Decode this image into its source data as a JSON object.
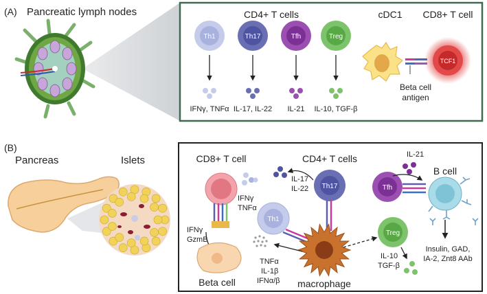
{
  "panel_a": {
    "label": "(A)",
    "title": "Pancreatic lymph nodes",
    "cd4_header": "CD4+ T cells",
    "cdc1_header": "cDC1",
    "cd8_header": "CD8+ T cell",
    "cells": [
      {
        "name": "Th1",
        "cytokines": "IFNγ, TNFα",
        "fill": "#c5cbea",
        "inner": "#a9b1de"
      },
      {
        "name": "Th17",
        "cytokines": "IL-17, IL-22",
        "fill": "#6a6fb3",
        "inner": "#4e54a1"
      },
      {
        "name": "Tfh",
        "cytokines": "IL-21",
        "fill": "#9b4fb0",
        "inner": "#7c2f95"
      },
      {
        "name": "Treg",
        "cytokines": "IL-10, TGF-β",
        "fill": "#7dc36b",
        "inner": "#58a945"
      }
    ],
    "tcf1": "TCF1",
    "antigen_label_1": "Beta cell",
    "antigen_label_2": "antigen",
    "border_color": "#3f6a4f"
  },
  "panel_b": {
    "label": "(B)",
    "pancreas": "Pancreas",
    "islets": "Islets",
    "cd8_title": "CD8+ T cell",
    "cd4_title": "CD4+ T cells",
    "b_cell_title": "B cell",
    "th1": "Th1",
    "th17": "Th17",
    "tfh": "Tfh",
    "treg": "Treg",
    "il17": "IL-17",
    "il22": "IL-22",
    "ifng_tnfa_1": "IFNγ",
    "ifng_tnfa_2": "TNFα",
    "cd8_ifng": "IFNγ",
    "cd8_gzmb": "GzmB",
    "il21": "IL-21",
    "macro_cyt_1": "TNFα",
    "macro_cyt_2": "IL-1β",
    "macro_cyt_3": "IFNα/β",
    "treg_cyt_1": "IL-10",
    "treg_cyt_2": "TGF-β",
    "aab_1": "Insulin, GAD,",
    "aab_2": "IA-2, Znt8 AAb",
    "beta_cell": "Beta cell",
    "macrophage": "macrophage"
  }
}
